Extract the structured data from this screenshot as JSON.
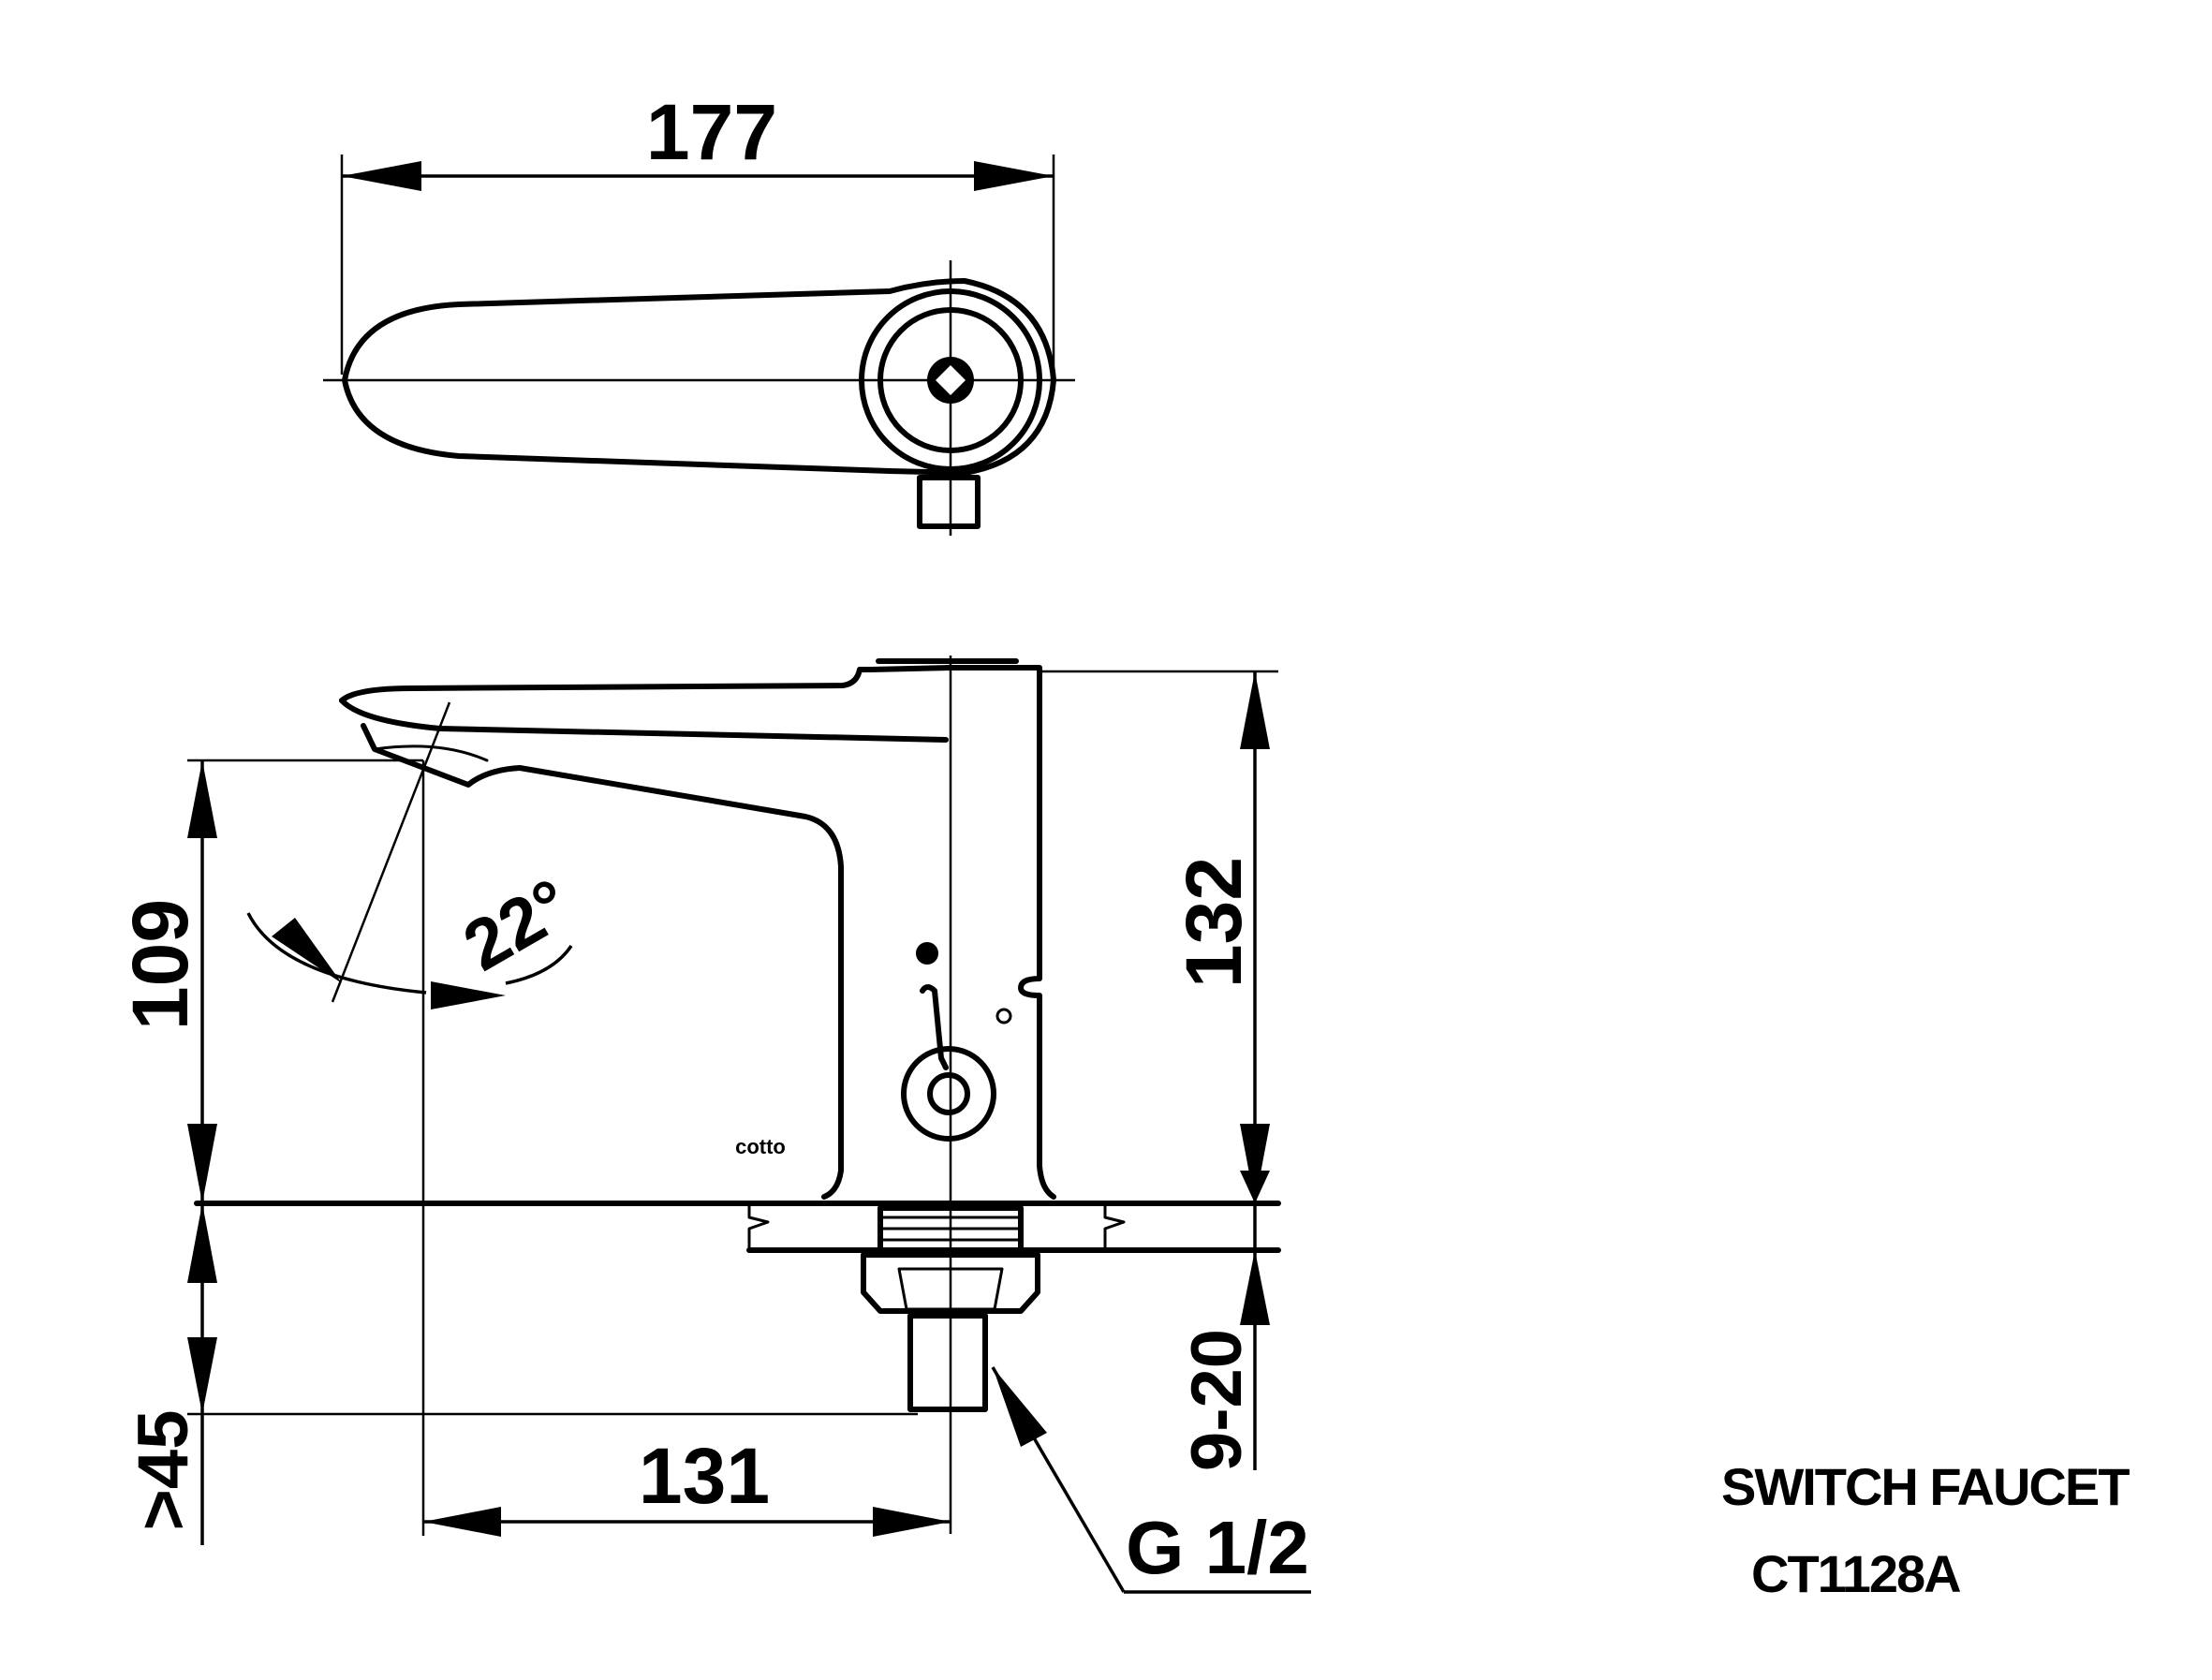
{
  "dimensions": {
    "top_width": "177",
    "height_132": "132",
    "height_109": "109",
    "base_45": ">45",
    "reach_131": "131",
    "thickness": "9-20",
    "angle": "22°",
    "thread": "G 1/2"
  },
  "brand_mark": "cotto",
  "title": {
    "product": "SWITCH FAUCET",
    "model": "CT1128A"
  },
  "colors": {
    "line": "#000000",
    "background": "#ffffff"
  }
}
